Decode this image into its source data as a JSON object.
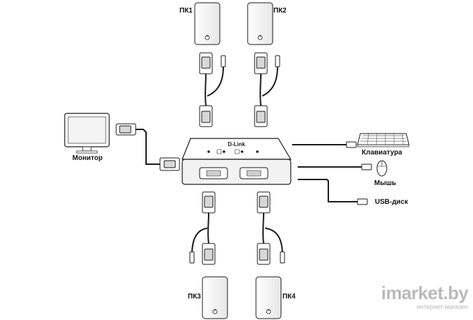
{
  "labels": {
    "pc1": "ПК1",
    "pc2": "ПК2",
    "pc3": "ПК3",
    "pc4": "ПК4",
    "monitor": "Монитор",
    "keyboard": "Клавиатура",
    "mouse": "Мышь",
    "usb_disk": "USB-диск"
  },
  "switch_brand": "D-Link",
  "watermark": {
    "main": "imarket.by",
    "sub": "интернет-магазин"
  },
  "colors": {
    "line": "#1a1a1a",
    "device_fill": "#ffffff",
    "switch_fill": "#f2f2f2",
    "watermark": "#b9b9b9"
  }
}
